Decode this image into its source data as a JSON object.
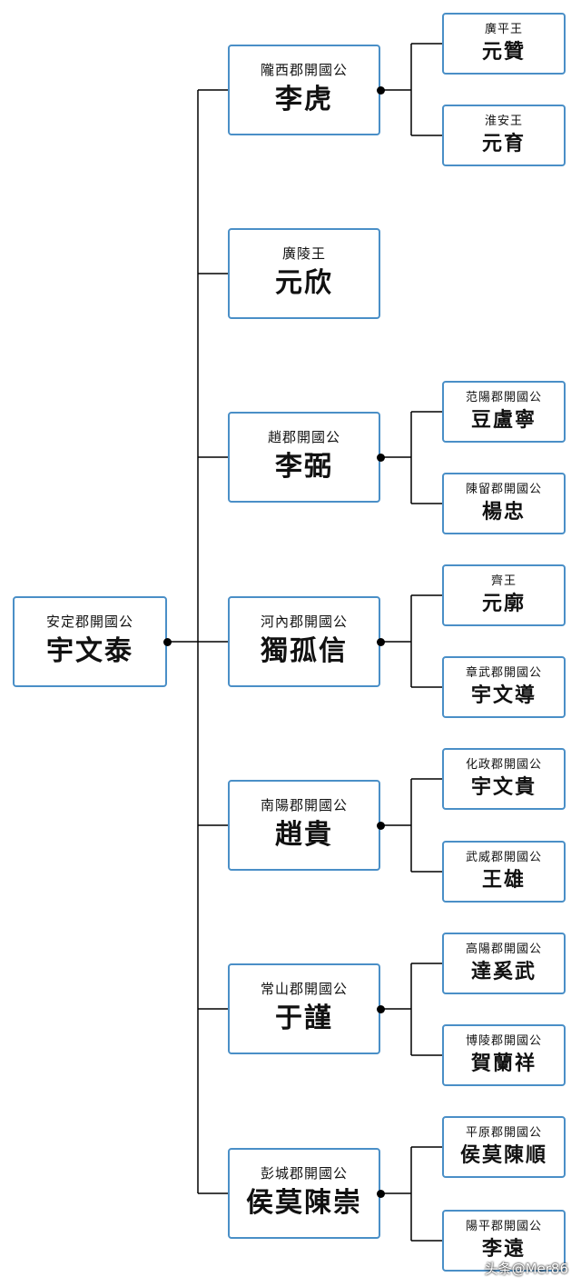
{
  "root": {
    "title": "安定郡開國公",
    "name": "宇文泰"
  },
  "branches": [
    {
      "title": "隴西郡開國公",
      "name": "李虎",
      "children": [
        {
          "title": "廣平王",
          "name": "元贊"
        },
        {
          "title": "淮安王",
          "name": "元育"
        }
      ]
    },
    {
      "title": "廣陵王",
      "name": "元欣",
      "children": []
    },
    {
      "title": "趙郡開國公",
      "name": "李弼",
      "children": [
        {
          "title": "范陽郡開國公",
          "name": "豆盧寧"
        },
        {
          "title": "陳留郡開國公",
          "name": "楊忠"
        }
      ]
    },
    {
      "title": "河內郡開國公",
      "name": "獨孤信",
      "children": [
        {
          "title": "齊王",
          "name": "元廓"
        },
        {
          "title": "章武郡開國公",
          "name": "宇文導"
        }
      ]
    },
    {
      "title": "南陽郡開國公",
      "name": "趙貴",
      "children": [
        {
          "title": "化政郡開國公",
          "name": "宇文貴"
        },
        {
          "title": "武威郡開國公",
          "name": "王雄"
        }
      ]
    },
    {
      "title": "常山郡開國公",
      "name": "于謹",
      "children": [
        {
          "title": "高陽郡開國公",
          "name": "達奚武"
        },
        {
          "title": "博陵郡開國公",
          "name": "賀蘭祥"
        }
      ]
    },
    {
      "title": "彭城郡開國公",
      "name": "侯莫陳崇",
      "children": [
        {
          "title": "平原郡開國公",
          "name": "侯莫陳順"
        },
        {
          "title": "陽平郡開國公",
          "name": "李遠"
        }
      ]
    }
  ],
  "watermark": "头条@Mer86",
  "colors": {
    "border": "#4a8fc7",
    "line": "#000000"
  }
}
